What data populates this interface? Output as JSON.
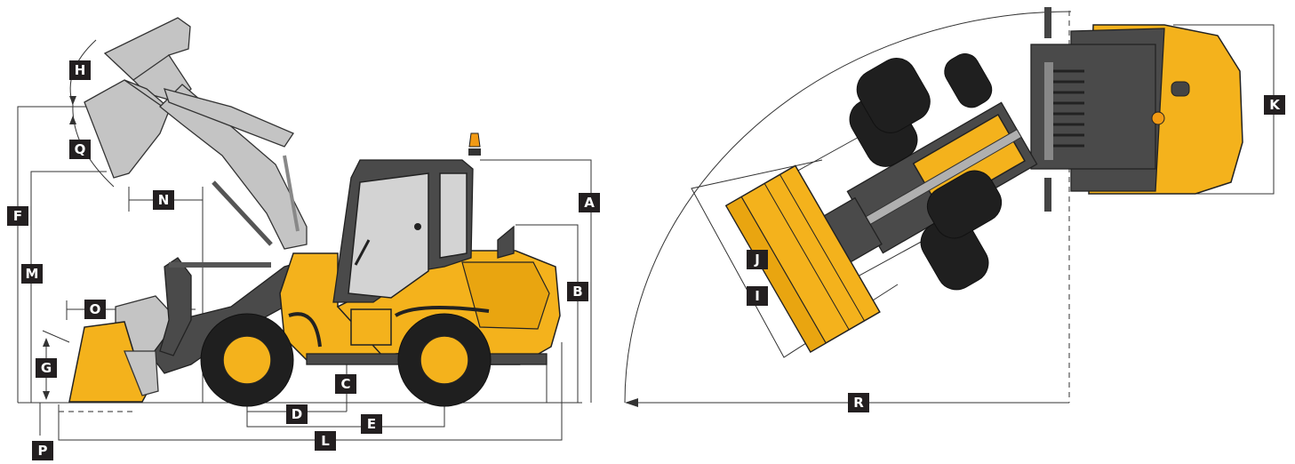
{
  "labels": {
    "A": "A",
    "B": "B",
    "C": "C",
    "D": "D",
    "E": "E",
    "F": "F",
    "G": "G",
    "H": "H",
    "I": "I",
    "J": "J",
    "K": "K",
    "L": "L",
    "M": "M",
    "N": "N",
    "O": "O",
    "P": "P",
    "Q": "Q",
    "R": "R"
  },
  "colors": {
    "machine_yellow": "#f4b21c",
    "bucket_raised_grey": "#c4c4c4",
    "frame_dark_grey": "#4a4a4a",
    "tyre_black": "#1f1f1f",
    "label_badge": "#231f20"
  },
  "icons": {
    "side_view": "wheel-loader-side-view",
    "top_view": "wheel-loader-top-view",
    "beacon": "warning-beacon-icon"
  }
}
